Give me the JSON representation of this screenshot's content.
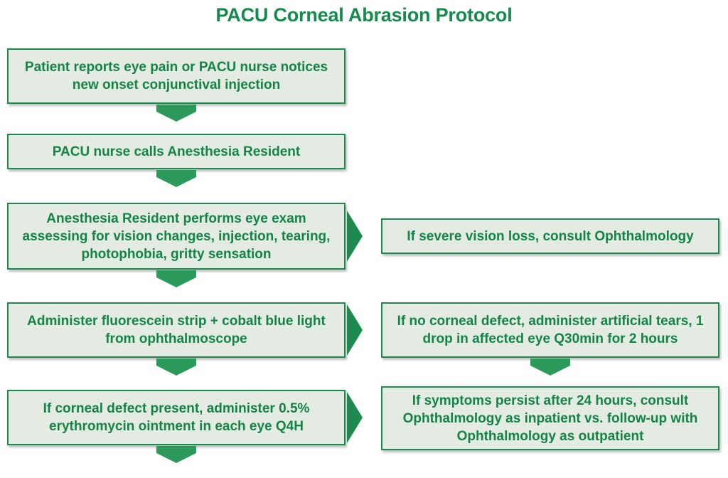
{
  "title": "PACU Corneal Abrasion Protocol",
  "left_steps": [
    "Patient reports eye pain or PACU nurse notices new onset conjunctival injection",
    "PACU nurse calls Anesthesia Resident",
    "Anesthesia Resident performs eye exam assessing for vision changes, injection, tearing, photophobia, gritty sensation",
    "Administer fluorescein strip + cobalt blue light from ophthalmoscope",
    "If corneal defect present, administer 0.5% erythromycin ointment in each eye Q4H"
  ],
  "right_steps": [
    "If severe vision loss, consult Ophthalmology",
    "If no corneal defect, administer artificial tears, 1 drop in affected eye Q30min for 2 hours",
    "If symptoms persist after 24 hours, consult Ophthalmology as inpatient vs. follow-up with Ophthalmology as outpatient"
  ],
  "colors": {
    "text": "#138446",
    "border": "#1f8a4d",
    "box_fill": "#e4ebe3",
    "arrow": "#2c9a5a"
  }
}
